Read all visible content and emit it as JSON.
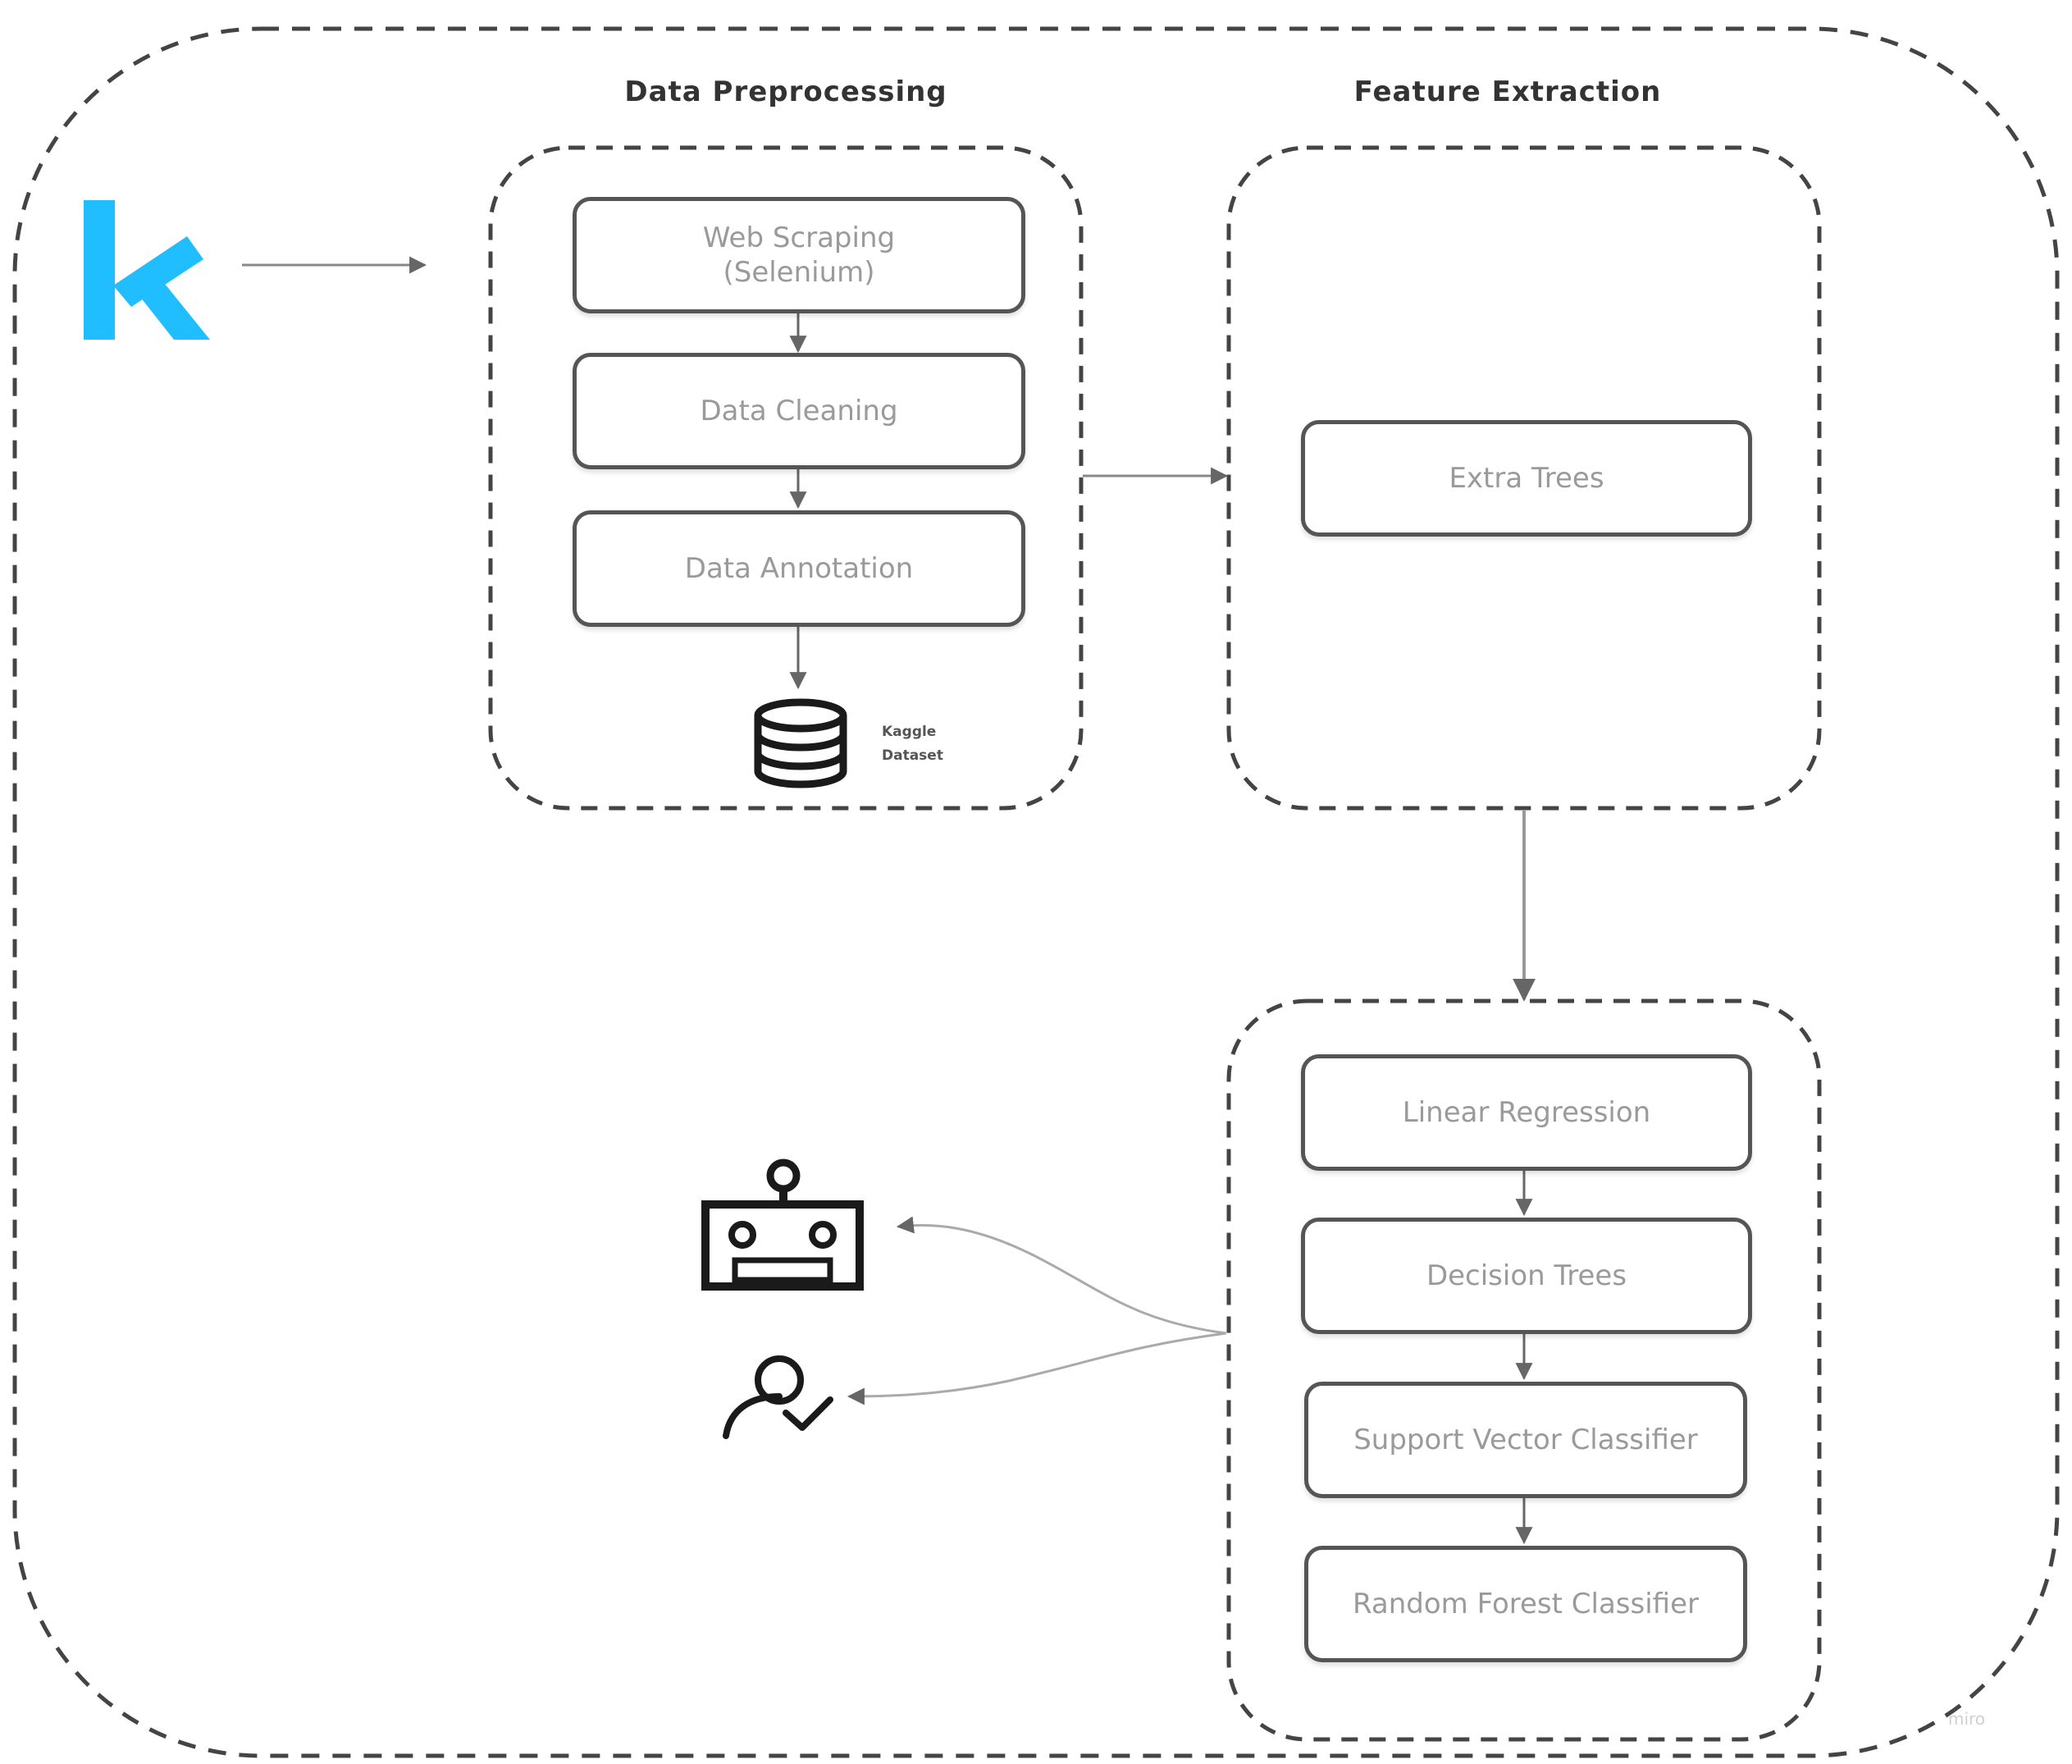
{
  "sections": {
    "preprocessing_title": "Data Preprocessing",
    "feature_title": "Feature Extraction"
  },
  "preprocessing_steps": [
    "Web Scraping\n(Selenium)",
    "Data Cleaning",
    "Data Annotation"
  ],
  "feature_step": "Extra Trees",
  "model_steps": [
    "Linear Regression",
    "Decision Trees",
    "Support Vector Classifier",
    "Random Forest Classifier"
  ],
  "dataset": {
    "line1": "Kaggle",
    "line2": "Dataset"
  },
  "logo": {
    "letter": "k",
    "color": "#20BEFF"
  },
  "icons": {
    "database": "database-icon",
    "robot": "robot-icon",
    "user": "user-check-icon"
  },
  "watermark": "miro"
}
